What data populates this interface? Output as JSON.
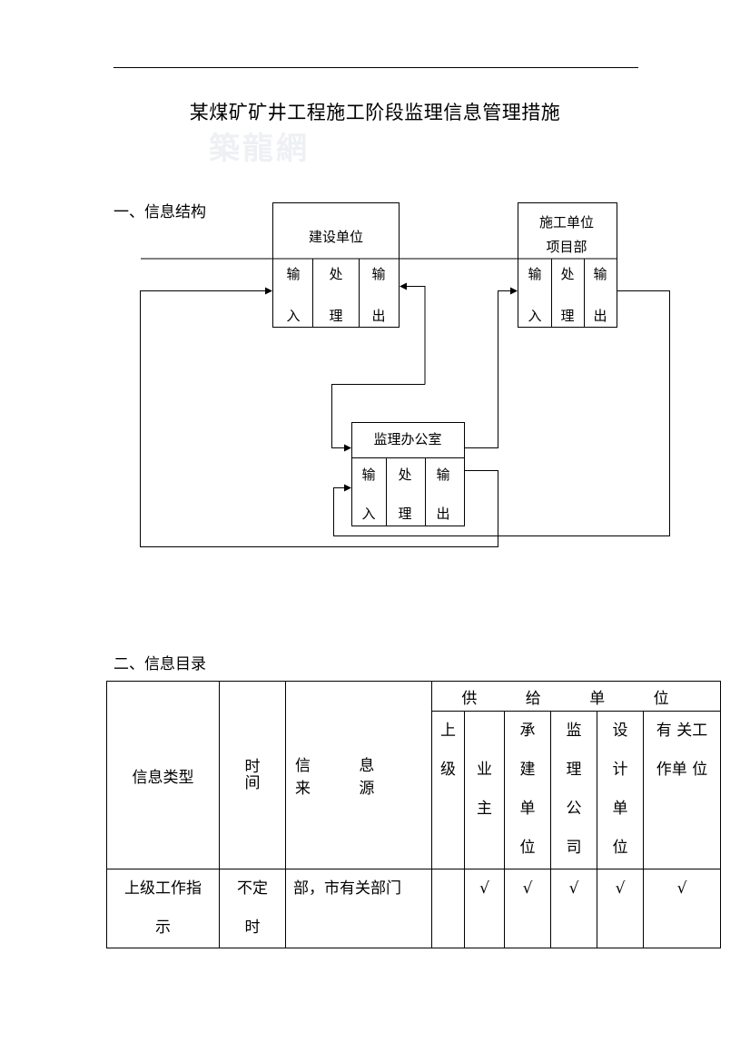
{
  "watermark": "築龍網",
  "doc": {
    "title": "某煤矿矿井工程施工阶段监理信息管理措施"
  },
  "section1": {
    "heading": "一、信息结构",
    "owner": {
      "name": "建设单位",
      "cells": [
        [
          "输",
          "入"
        ],
        [
          "处",
          "理"
        ],
        [
          "输",
          "出"
        ]
      ]
    },
    "contractor": {
      "name_line1": "施工单位",
      "name_line2": "项目部",
      "cells": [
        [
          "输",
          "入"
        ],
        [
          "处",
          "理"
        ],
        [
          "输",
          "出"
        ]
      ]
    },
    "supervision": {
      "name": "监理办公室",
      "cells": [
        [
          "输",
          "入"
        ],
        [
          "处",
          "理"
        ],
        [
          "输",
          "出"
        ]
      ]
    }
  },
  "section2": {
    "heading": "二、信息目录",
    "headers": {
      "info_type": "信息类型",
      "time": [
        "时",
        "间"
      ],
      "source": "信 息 来 源",
      "supply_group": "供 给 单 位",
      "supply_units": [
        [
          "上",
          "级"
        ],
        [
          "业",
          "主"
        ],
        [
          "承",
          "建",
          "单",
          "位"
        ],
        [
          "监",
          "理",
          "公",
          "司"
        ],
        [
          "设",
          "计",
          "单",
          "位"
        ],
        [
          "有 关工",
          "作单 位"
        ]
      ]
    },
    "rows": [
      {
        "info_type": [
          "上级工作指",
          "示"
        ],
        "time": [
          "不定",
          "时"
        ],
        "source": "部，市有关部门",
        "marks": [
          "",
          "√",
          "√",
          "√",
          "√",
          "√"
        ]
      }
    ]
  }
}
